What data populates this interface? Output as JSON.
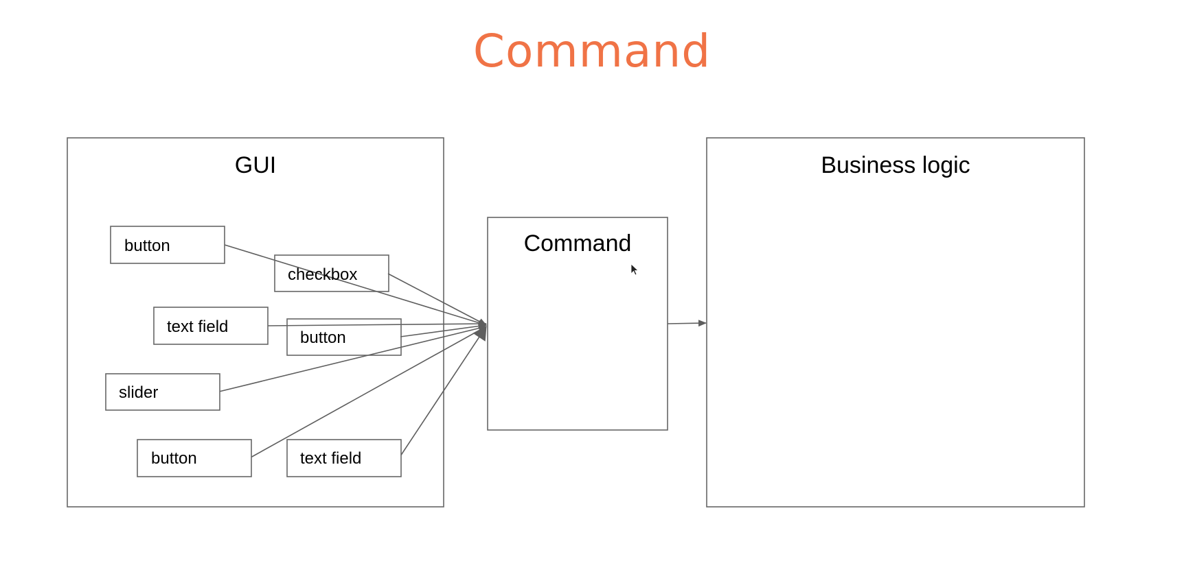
{
  "slide": {
    "title": "Command",
    "title_color": "#f07346"
  },
  "diagram": {
    "line_color": "#5e5e5e",
    "gui": {
      "label": "GUI",
      "controls": [
        {
          "id": "button-1",
          "label": "button"
        },
        {
          "id": "checkbox",
          "label": "checkbox"
        },
        {
          "id": "text-field-1",
          "label": "text field"
        },
        {
          "id": "button-2",
          "label": "button"
        },
        {
          "id": "slider",
          "label": "slider"
        },
        {
          "id": "button-3",
          "label": "button"
        },
        {
          "id": "text-field-2",
          "label": "text field"
        }
      ]
    },
    "command": {
      "label": "Command"
    },
    "business_logic": {
      "label": "Business logic"
    },
    "cursor_icon": "mouse-pointer-icon"
  }
}
